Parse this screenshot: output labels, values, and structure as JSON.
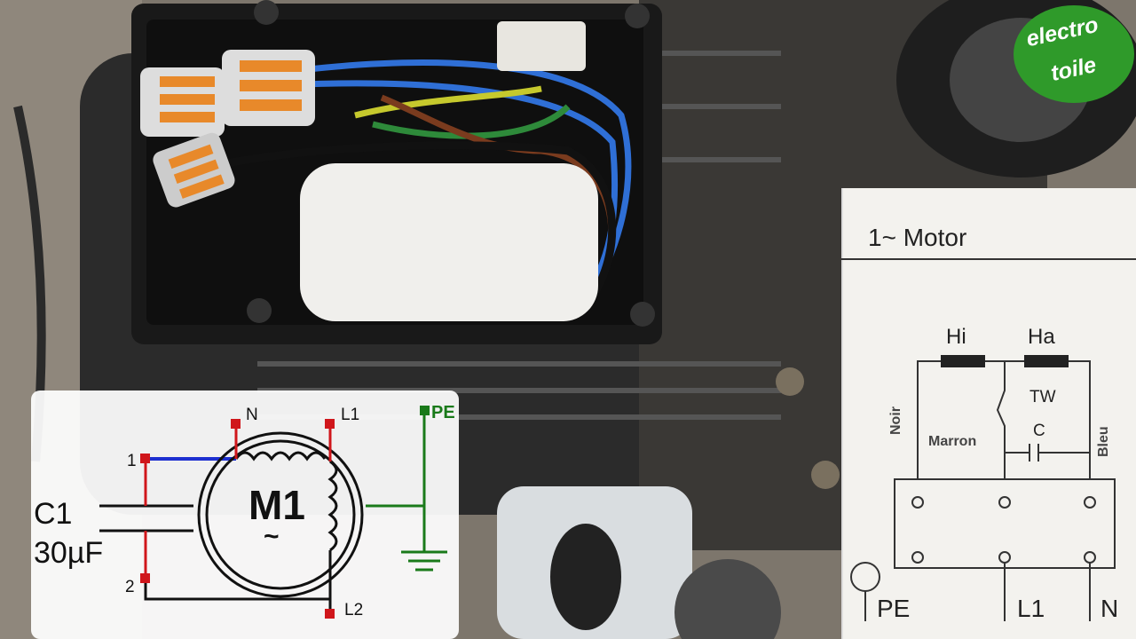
{
  "brand": {
    "line1": "electro",
    "line2": "toile"
  },
  "wiring_diagram": {
    "capacitor_label": "C1",
    "capacitor_value": "30µF",
    "terminal_1": "1",
    "terminal_2": "2",
    "terminal_n": "N",
    "terminal_l1": "L1",
    "terminal_l2": "L2",
    "terminal_pe": "PE",
    "motor_label": "M1",
    "motor_symbol": "~"
  },
  "reference_diagram": {
    "title": "1~ Motor",
    "winding_main": "Hi",
    "winding_aux": "Ha",
    "switch": "TW",
    "capacitor": "C",
    "wire_black": "Noir",
    "wire_brown": "Marron",
    "wire_blue": "Bleu",
    "terminal_pe": "PE",
    "terminal_l1": "L1",
    "terminal_n": "N"
  },
  "colors": {
    "ground": "#1a7a1a",
    "terminal": "#d0161b",
    "link": "#1d2fd0",
    "brand_badge": "#2f9a2a"
  }
}
